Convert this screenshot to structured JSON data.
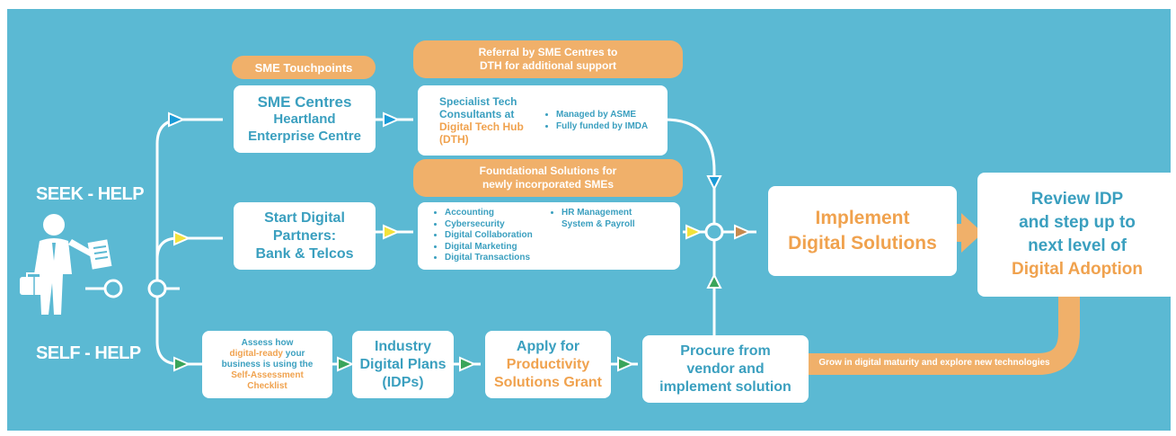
{
  "labels": {
    "seek_help": "SEEK - HELP",
    "self_help": "SELF - HELP",
    "sme_touchpoints": "SME Touchpoints",
    "referral": "Referral by SME Centres to DTH for additional support",
    "foundational": "Foundational Solutions for newly incorporated SMEs"
  },
  "sme_centres": {
    "line1": "SME Centres",
    "line2": "Heartland",
    "line3": "Enterprise Centre"
  },
  "start_digital": {
    "line1": "Start Digital",
    "line2": "Partners:",
    "line3": "Bank & Telcos"
  },
  "specialist": {
    "line1": "Specialist Tech",
    "line2": "Consultants at",
    "line3": "Digital Tech Hub",
    "line4": "(DTH)",
    "bullets": [
      "Managed by ASME",
      "Fully funded by IMDA"
    ]
  },
  "foundational_list": {
    "col1": [
      "Accounting",
      "Cybersecurity",
      "Digital Collaboration",
      "Digital Marketing",
      "Digital Transactions"
    ],
    "col2": [
      "HR Management System & Payroll"
    ]
  },
  "implement": {
    "line1": "Implement",
    "line2": "Digital Solutions"
  },
  "review": {
    "line1": "Review IDP",
    "line2": "and step up to",
    "line3": "next level of",
    "line4": "Digital Adoption"
  },
  "assess": {
    "t1": "Assess how",
    "t2": "digital-ready",
    "t3": "your business is using the",
    "t4": "Self-Assessment Checklist"
  },
  "idp": {
    "line1": "Industry",
    "line2": "Digital Plans",
    "line3": "(IDPs)"
  },
  "apply": {
    "line1": "Apply for",
    "line2": "Productivity",
    "line3": "Solutions Grant"
  },
  "procure": {
    "line1": "Procure from",
    "line2": "vendor and",
    "line3": "implement solution"
  },
  "grow": "Grow in digital maturity and explore new technologies",
  "colors": {
    "background": "#5bb9d3",
    "orange": "#f0b06a",
    "teal_text": "#3a9fbf",
    "arrow_blue": "#1a9bd7",
    "arrow_yellow": "#f3e23a",
    "arrow_green": "#3aa55a",
    "arrow_brown": "#c68a4e"
  }
}
